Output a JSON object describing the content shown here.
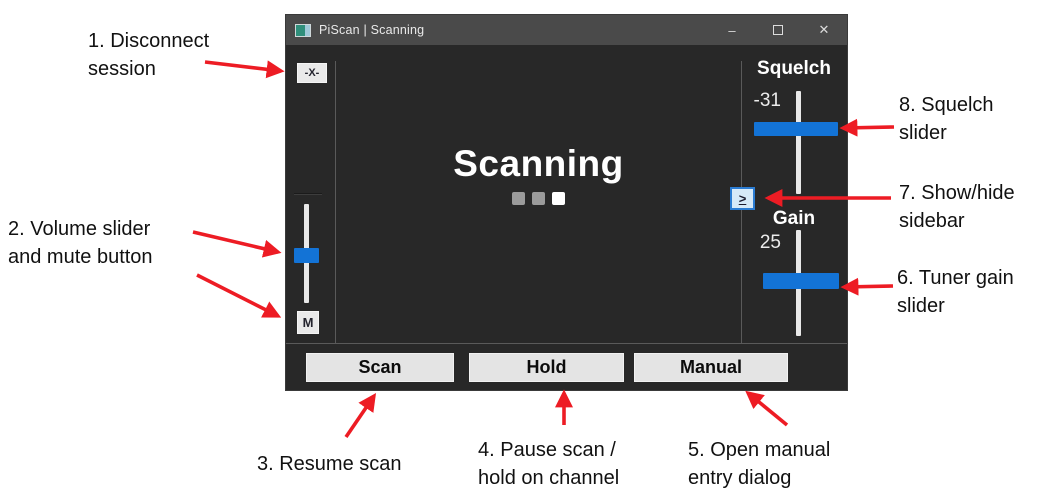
{
  "window": {
    "title": "PiScan | Scanning",
    "titlebar": {
      "minimize_glyph": "–",
      "close_glyph": "✕"
    },
    "left_panel": {
      "disconnect_label": "-X-",
      "mute_label": "M"
    },
    "main": {
      "status": "Scanning",
      "status_dots": [
        "inactive",
        "inactive",
        "active"
      ]
    },
    "sidebar": {
      "squelch_label": "Squelch",
      "squelch_value": "-31",
      "toggle_label": ">",
      "gain_label": "Gain",
      "gain_value": "25"
    },
    "footer": {
      "scan_label": "Scan",
      "hold_label": "Hold",
      "manual_label": "Manual"
    }
  },
  "annotations": {
    "a1": "1. Disconnect\nsession",
    "a2": "2. Volume slider\nand mute button",
    "a3": "3. Resume scan",
    "a4": "4. Pause scan /\nhold on channel",
    "a5": "5. Open manual\nentry dialog",
    "a6": "6. Tuner gain\nslider",
    "a7": "7. Show/hide\nsidebar",
    "a8": "8. Squelch\nslider"
  },
  "colors": {
    "slider_handle_blue": "#1373d6",
    "arrow_red": "#ed1c24",
    "titlebar_bg": "#4a4a4a",
    "window_bg": "#282828",
    "button_face": "#e4e4e4",
    "status_dot_inactive": "#9b9b9b",
    "status_dot_active": "#ffffff",
    "toggle_border_blue": "#2b7cd3"
  }
}
